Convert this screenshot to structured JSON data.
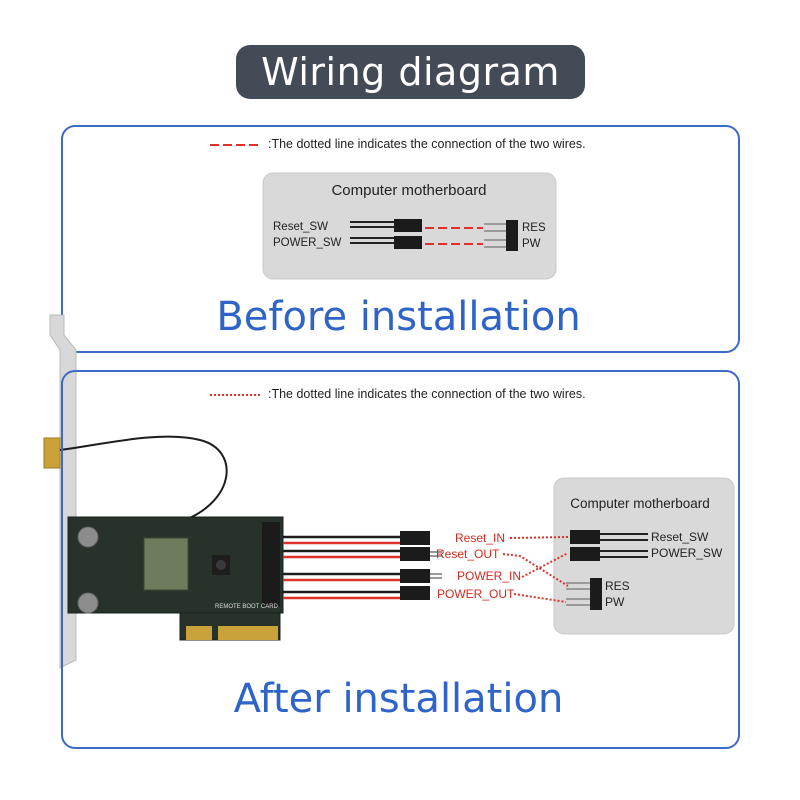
{
  "title": "Wiring diagram",
  "before": {
    "legend": ":The dotted line indicates the connection of the two wires.",
    "board_title": "Computer motherboard",
    "left_labels": [
      "Reset_SW",
      "POWER_SW"
    ],
    "right_labels": [
      "RES",
      "PW"
    ],
    "caption": "Before installation"
  },
  "after": {
    "legend": ":The dotted line indicates the connection of the two wires.",
    "board_title": "Computer motherboard",
    "cable_labels": [
      "Reset_IN",
      "Reset_OUT",
      "POWER_IN",
      "POWER_OUT"
    ],
    "mb_labels": [
      "Reset_SW",
      "POWER_SW"
    ],
    "pin_labels": [
      "RES",
      "PW"
    ],
    "card_text": "REMOTE BOOT CARD",
    "caption": "After installation"
  },
  "colors": {
    "title_bg": "#434b56",
    "panel_border": "#3d6bc4",
    "caption_blue": "#2e63c8",
    "wire_red": "#e0302a",
    "label_red": "#d42a20",
    "pcb_green": "#27322b",
    "box_gray": "#d9d9d9"
  }
}
